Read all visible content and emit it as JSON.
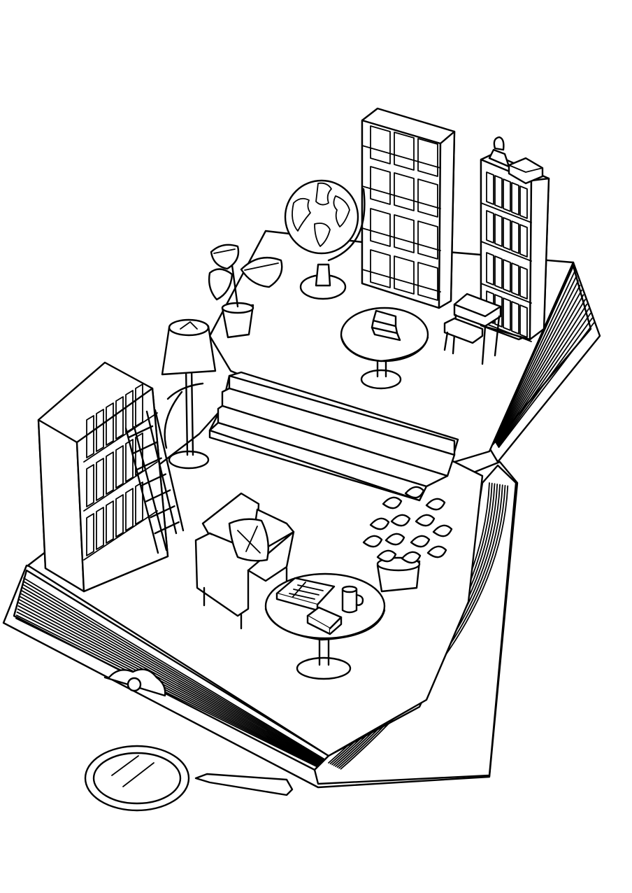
{
  "image": {
    "kind": "line-art coloring page",
    "colors": {
      "ink": "#000000",
      "paper": "#ffffff"
    },
    "objects": [
      "open-book",
      "upper-floor",
      "lower-floor",
      "steps",
      "tall-bookcase",
      "narrow-bookcase",
      "left-bookcase",
      "ladder",
      "globe",
      "potted-plant",
      "floor-lamp",
      "round-table-upper",
      "books-stack",
      "stool",
      "armchair",
      "cushion",
      "round-table-lower",
      "open-book-small",
      "coffee-mug",
      "potted-shrub",
      "bookmark-clip",
      "magnifying-glass"
    ]
  }
}
